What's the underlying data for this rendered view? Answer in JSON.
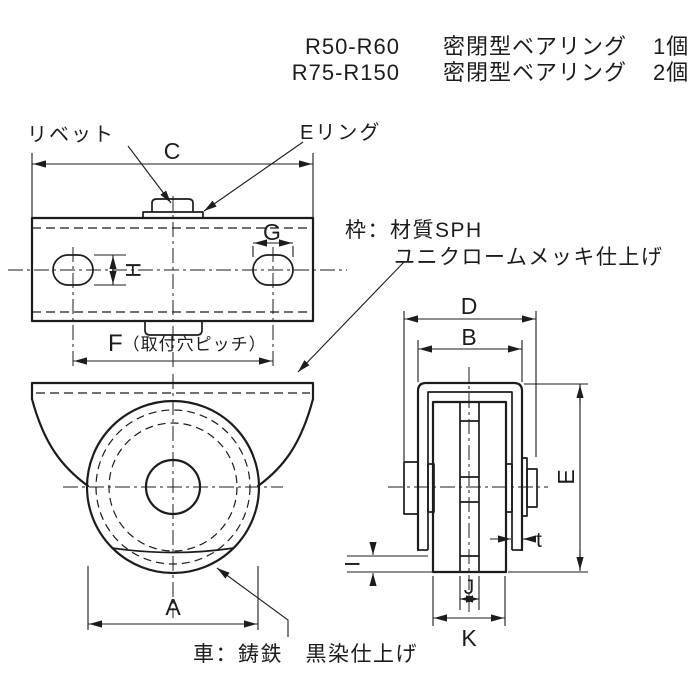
{
  "colors": {
    "ink": "#1c1c1c",
    "background": "#ffffff"
  },
  "header": {
    "rows": [
      {
        "model": "R50-R60",
        "spec": "密閉型ベアリング",
        "qty": "1個"
      },
      {
        "model": "R75-R150",
        "spec": "密閉型ベアリング",
        "qty": "2個"
      }
    ]
  },
  "labels": {
    "rivet": "リベット",
    "e_ring": "Eリング",
    "frame_note_line1": "枠：材質SPH",
    "frame_note_line2": "ユニクロームメッキ仕上げ",
    "wheel_note": "車：鋳鉄　黒染仕上げ",
    "f_suffix": "（取付穴ピッチ）"
  },
  "dims": {
    "a": "A",
    "b": "B",
    "c": "C",
    "d": "D",
    "e": "E",
    "f": "F",
    "g": "G",
    "h": "H",
    "i": "I",
    "j": "J",
    "k": "K",
    "t": "t"
  }
}
